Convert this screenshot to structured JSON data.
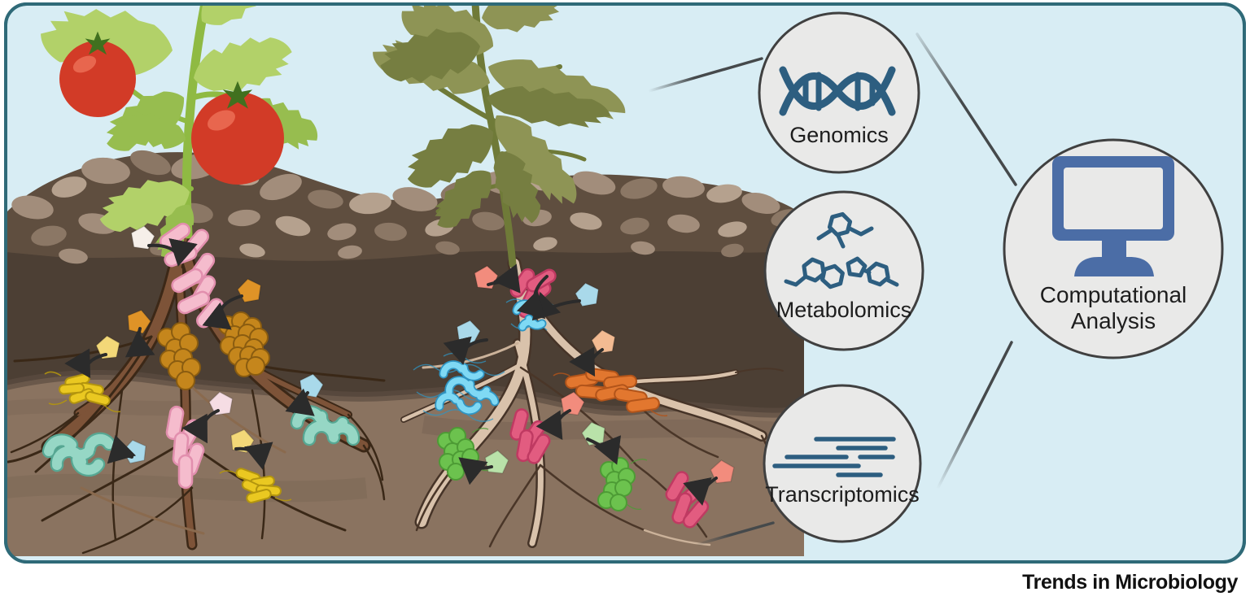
{
  "journal": {
    "title": "Trends in Microbiology"
  },
  "nodes": {
    "genomics": {
      "label": "Genomics",
      "icon": "dna-icon"
    },
    "metabolomics": {
      "label": "Metabolomics",
      "icon": "molecules-icon"
    },
    "transcriptomics": {
      "label": "Transcriptomics",
      "icon": "sequencing-reads-icon"
    },
    "computational": {
      "label_line1": "Computational",
      "label_line2": "Analysis",
      "icon": "computer-icon"
    }
  },
  "palette": {
    "figure_bg": "#d8edf4",
    "figure_border": "#2f6a78",
    "circle_fill": "#e9e9e8",
    "circle_stroke": "#404040",
    "icon_blue": "#2d5e80",
    "monitor_blue": "#4b6da6",
    "screen_fill": "#e9e9e8",
    "connector": "#45494b",
    "label": "#1d1d1d",
    "journal_text": "#111111",
    "rock_base": "#5f4e3f",
    "pebble": "#a28d7b",
    "pebble_light": "#b5a18e",
    "pebble_dark": "#8b7765",
    "soil_dark": "#4c3f34",
    "soil_mid": "#5c4d41",
    "soil_light": "#8a7360",
    "root_left": "#7d5338",
    "root_left_outline": "#3c2817",
    "root_thin": "#3a2817",
    "root_thin_light": "#8a6a4e",
    "root_right": "#d9c2ab",
    "root_right_outline": "#463428",
    "root_thin_dark": "#4a3628",
    "root_thin_pale": "#cbb29a",
    "stem_green": "#8fba43",
    "leaf_green": "#b2d169",
    "leaf_green_dark": "#97bd4f",
    "tomato": "#d23b27",
    "tomato_hl": "#e8664e",
    "calyx": "#41701f",
    "stem_olive": "#6f7a38",
    "leaf_olive": "#8e9455",
    "leaf_olive_dark": "#767e41",
    "pink_rod": "#f5bccd",
    "pink_rod_stroke": "#e28fae",
    "amber": "#c5861c",
    "amber_stroke": "#8a5c10",
    "yellow_rod": "#eac821",
    "yellow_rod_stroke": "#b3950e",
    "teal": "#96d7c5",
    "teal_stroke": "#57a793",
    "cyan": "#7fd9f4",
    "cyan_stroke": "#2f94c2",
    "magenta": "#e25c80",
    "magenta_stroke": "#bf3a62",
    "orange_rod": "#e2772f",
    "orange_rod_stroke": "#b2541a",
    "green": "#6cc24e",
    "green_stroke": "#4d9b35",
    "arrow": "#2b2b2b",
    "pent_white": "#f6efe9",
    "pent_orange": "#df9327",
    "pent_yellow": "#f3d878",
    "pent_blue": "#a9d9ea",
    "pent_pink": "#f6dde4",
    "pent_salmon": "#f28c7d",
    "pent_peach": "#f3bb92",
    "pent_green": "#b9e2a9"
  }
}
